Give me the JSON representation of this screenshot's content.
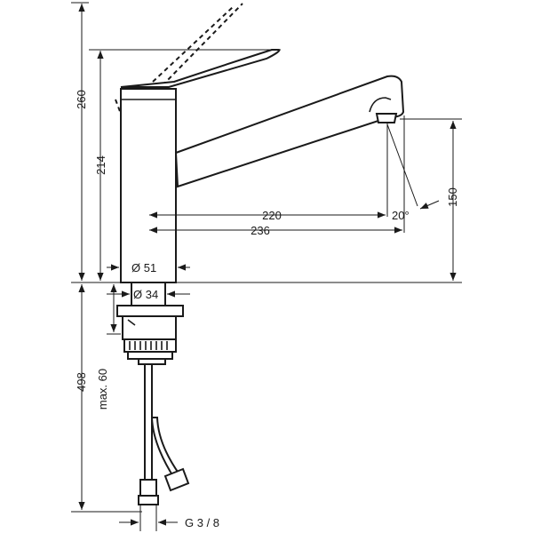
{
  "dimensions": {
    "overall_height": "260",
    "body_height": "214",
    "below_deck_length": "498",
    "max_deck_thickness": "max. 60",
    "spout_reach_220": "220",
    "spout_reach_236": "236",
    "spout_angle": "20°",
    "spout_height": "150",
    "base_diameter": "Ø 51",
    "shank_diameter": "Ø 34",
    "connection_thread": "G 3 / 8"
  }
}
